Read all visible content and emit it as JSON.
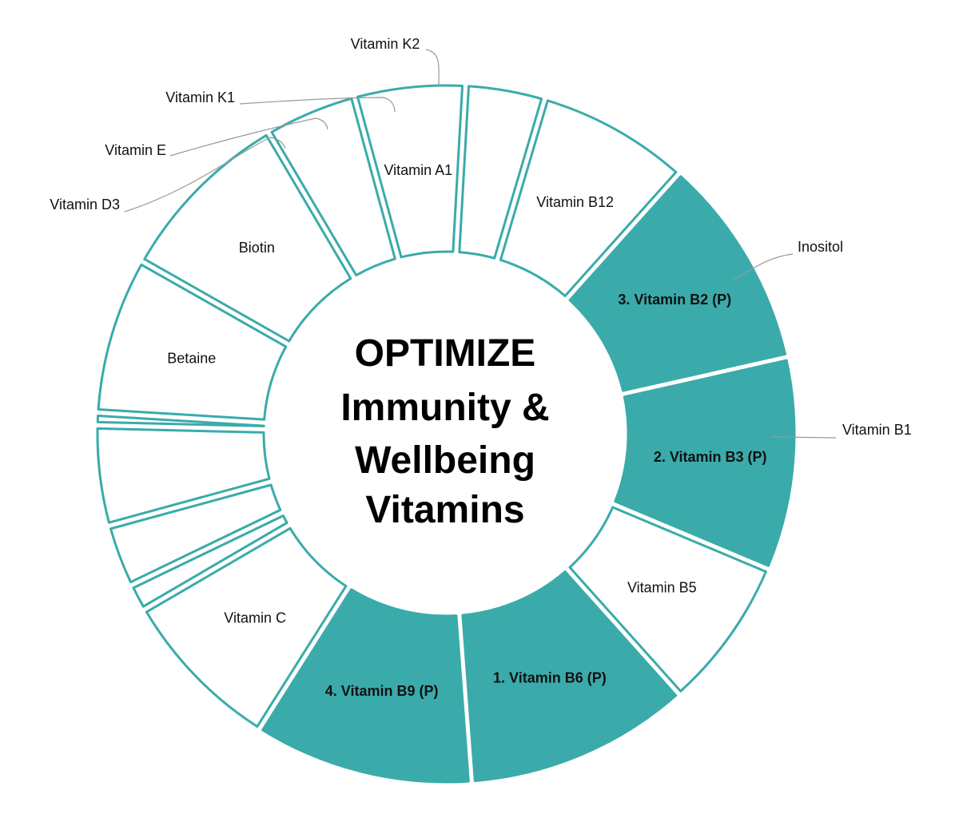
{
  "center": {
    "title_lines": [
      "OPTIMIZE",
      "Immunity &",
      "Wellbeing",
      "Vitamins"
    ]
  },
  "colors": {
    "accent": "#3aabaa",
    "outline": "#3aabaa",
    "neutral_fill": "#ffffff",
    "leader": "#999999"
  },
  "chart_data": {
    "type": "pie",
    "style": "donut",
    "slices": [
      {
        "label": "Vitamin K2",
        "value": 0.6,
        "highlight": false,
        "label_position": "outside"
      },
      {
        "label": "Betaine",
        "value": 7.5,
        "highlight": false,
        "label_position": "inside"
      },
      {
        "label": "Biotin",
        "value": 8.6,
        "highlight": false,
        "label_position": "inside"
      },
      {
        "label": "Inositol",
        "value": 4.4,
        "highlight": false,
        "label_position": "outside"
      },
      {
        "label": "Vitamin A1",
        "value": 5.3,
        "highlight": false,
        "label_position": "inside"
      },
      {
        "label": "Vitamin B1",
        "value": 3.8,
        "highlight": false,
        "label_position": "outside"
      },
      {
        "label": "Vitamin B12",
        "value": 7.3,
        "highlight": false,
        "label_position": "inside"
      },
      {
        "label": "3. Vitamin B2 (P)",
        "value": 10.2,
        "highlight": true,
        "label_position": "inside"
      },
      {
        "label": "2. Vitamin B3 (P)",
        "value": 10.2,
        "highlight": true,
        "label_position": "inside"
      },
      {
        "label": "Vitamin B5",
        "value": 7.3,
        "highlight": false,
        "label_position": "inside"
      },
      {
        "label": "1. Vitamin B6 (P)",
        "value": 10.8,
        "highlight": true,
        "label_position": "inside"
      },
      {
        "label": "4. Vitamin B9 (P)",
        "value": 10.5,
        "highlight": true,
        "label_position": "inside"
      },
      {
        "label": "Vitamin C",
        "value": 7.9,
        "highlight": false,
        "label_position": "inside"
      },
      {
        "label": "Vitamin D3",
        "value": 1.3,
        "highlight": false,
        "label_position": "outside"
      },
      {
        "label": "Vitamin E",
        "value": 3.0,
        "highlight": false,
        "label_position": "outside"
      },
      {
        "label": "Vitamin K1",
        "value": 4.8,
        "highlight": false,
        "label_position": "outside"
      }
    ]
  }
}
